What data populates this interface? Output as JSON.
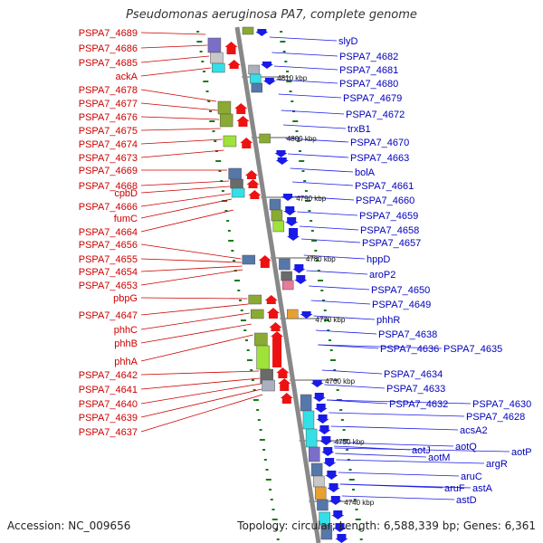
{
  "title": "Pseudomonas aeruginosa PA7, complete genome",
  "footer": {
    "accession_label": "Accession:",
    "accession": "NC_009656",
    "topology_label": "Topology:",
    "topology": "circular",
    "length_label": "Length:",
    "length": "6,588,339 bp",
    "genes_label": "Genes:",
    "genes": "6,361"
  },
  "colors": {
    "forward_strand": "#ee1111",
    "reverse_strand": "#1a1ae8",
    "backbone": "#888888",
    "tick": "#1a7a1a",
    "left_labels": "#cc0000",
    "right_labels": "#0000bb"
  },
  "scale_ticks": [
    "4810 kbp",
    "4800 kbp",
    "4790 kbp",
    "4780 kbp",
    "4770 kbp",
    "4760 kbp",
    "4750 kbp",
    "4740 kbp"
  ],
  "forward_genes": [
    "PSPA7_4689",
    "PSPA7_4686",
    "PSPA7_4685",
    "ackA",
    "PSPA7_4678",
    "PSPA7_4677",
    "PSPA7_4676",
    "PSPA7_4675",
    "PSPA7_4674",
    "PSPA7_4673",
    "PSPA7_4669",
    "PSPA7_4668",
    "cpbD",
    "PSPA7_4666",
    "fumC",
    "PSPA7_4664",
    "PSPA7_4656",
    "PSPA7_4655",
    "PSPA7_4654",
    "PSPA7_4653",
    "pbpG",
    "PSPA7_4647",
    "phhC",
    "phhB",
    "phhA",
    "PSPA7_4642",
    "PSPA7_4641",
    "PSPA7_4640",
    "PSPA7_4639",
    "PSPA7_4637"
  ],
  "reverse_genes": [
    "slyD",
    "PSPA7_4682",
    "PSPA7_4681",
    "PSPA7_4680",
    "PSPA7_4679",
    "PSPA7_4672",
    "trxB1",
    "PSPA7_4670",
    "PSPA7_4663",
    "bolA",
    "PSPA7_4661",
    "PSPA7_4660",
    "PSPA7_4659",
    "PSPA7_4658",
    "PSPA7_4657",
    "hppD",
    "aroP2",
    "PSPA7_4650",
    "PSPA7_4649",
    "phhR",
    "PSPA7_4638",
    "PSPA7_4636",
    "PSPA7_4635",
    "PSPA7_4634",
    "PSPA7_4633",
    "PSPA7_4632",
    "PSPA7_4630",
    "PSPA7_4628",
    "acsA2",
    "aotJ",
    "aotQ",
    "aotP",
    "aotM",
    "argR",
    "aruC",
    "aruF",
    "astA",
    "astD"
  ]
}
